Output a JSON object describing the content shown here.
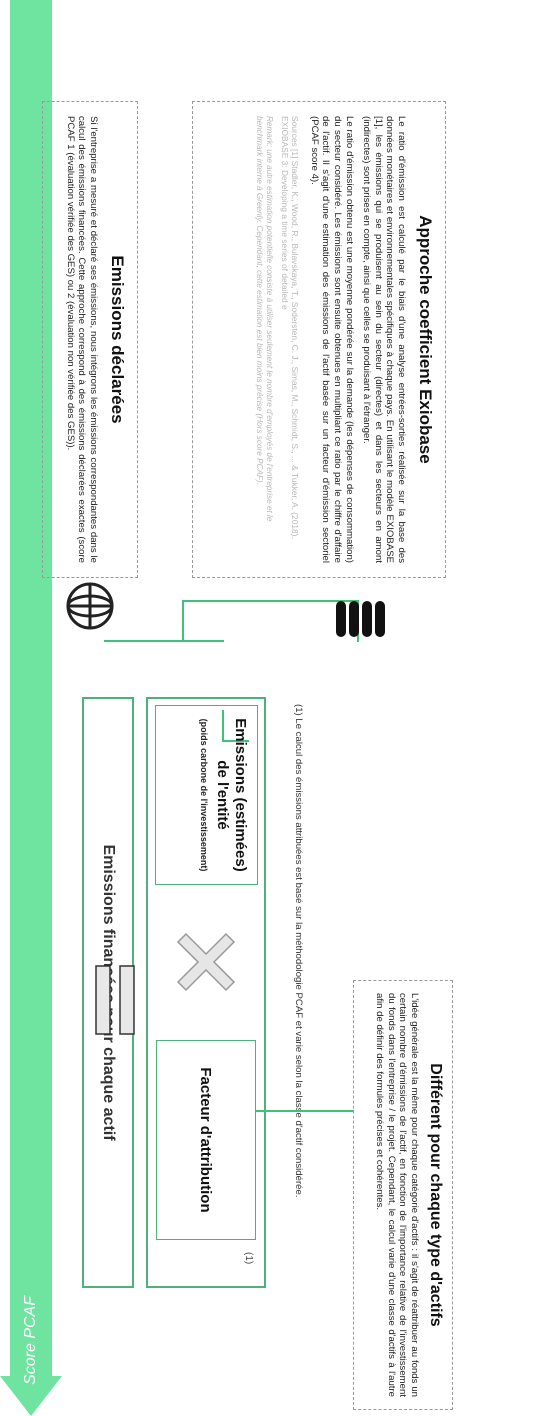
{
  "banner": {
    "label": "Score PCAF",
    "color": "#6fe3a0"
  },
  "declared": {
    "title": "Emissions déclarées",
    "text": "Si l'entreprise a mesuré et déclaré ses émissions, nous intégrons les émissions correspondantes dans le calcul des émissions financées. Cette approche correspond à des émissions déclarées exactes (score PCAF 1 (évaluation vérifiée des GES) ou 2 (évaluation non vérifiée des GES))."
  },
  "exiobase": {
    "title": "Approche coefficient Exiobase",
    "text1": "Le ratio d'émission est calculé par le biais d'une analyse entrées-sorties réalisée sur la base des données monétaires et environnementales spécifiques à chaque pays. En utilisant le modèle EXIOBASE [1], les émissions qui se produisent au sein du secteur (directes) et dans les secteurs en amont (indirectes) sont prises en compte, ainsi que celles se produisant à l'étranger.",
    "text2": "Le ratio d'émission obtenu est une moyenne pondérée sur la demande (les dépenses de consommation) du secteur considéré. Les émissions sont ensuite obtenues en multipliant ce ratio par le chiffre d'affaire de l'actif. Il s'agit d'une estimation des émissions de l'actif basée sur un facteur d'émission sectoriel (PCAF score 4).",
    "sources": "Sources [1] Stadler, K., Wood, R., Bulavskaya, T., Sodersten, C. J., Simas, M., Schmidt, S., ... & Tukker, A. (2018). EXIOBASE 3: Developing a time series of detailed e",
    "remark": "Remark: une autre estimation potentielle consiste à utiliser seulement le nombre d'employés de l'entreprise et le benchmark interne à Greenly. Cependant, cette estimation est bien moins précise (Hors score PCAF)."
  },
  "financed": {
    "title": "Emissions financées pour chaque actif"
  },
  "entity": {
    "title": "Emissions (estimées) de l'entité",
    "subtitle": "(poids carbone de l'investissement)"
  },
  "attribution": {
    "title": "Facteur d'attribution",
    "footnote_marker": "(1)"
  },
  "footnote": {
    "text": "(1) Le calcul des émissions attribuées est basé sur la méthodologie PCAF et varie selon la classe d'actif considérée."
  },
  "different": {
    "title": "Différent pour chaque type d'actifs",
    "text": "L'idée générale est la même pour chaque catégorie d'actifs : il s'agit de réattribuer au fonds un certain nombre d'émissions de l'actif, en fonction de l'importance relative de l'investissement du fonds dans l'entreprise / le projet. Cependant, le calcul varie d'une classe d'actifs à l'autre afin de définir des formules précises et cohérentes."
  },
  "colors": {
    "accent_green": "#3ec27a",
    "box_green": "#4fb07c",
    "dashed_gray": "#9a9a9a"
  },
  "icons": [
    "globe-icon",
    "database-icon",
    "multiply-icon",
    "equals-icon",
    "banner-arrow"
  ]
}
